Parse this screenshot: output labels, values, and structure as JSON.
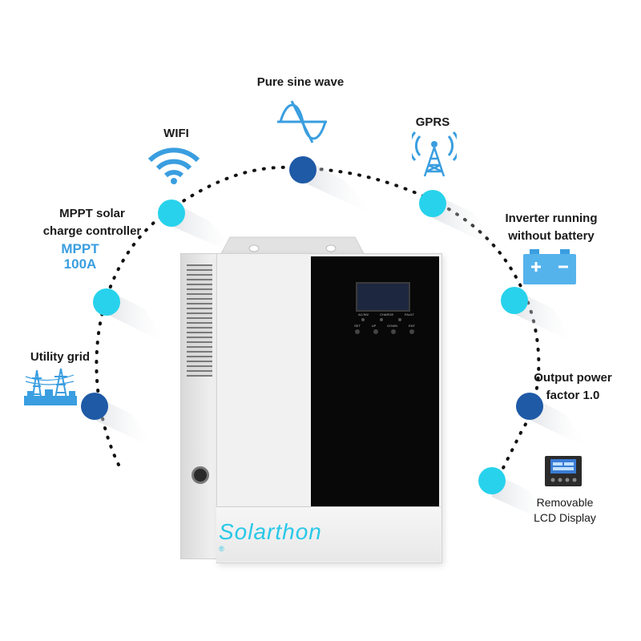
{
  "features": {
    "pure_sine_wave": "Pure sine wave",
    "wifi": "WIFI",
    "gprs": "GPRS",
    "mppt_line1": "MPPT solar",
    "mppt_line2": "charge controller",
    "mppt_rating_line1": "MPPT",
    "mppt_rating_line2": "100A",
    "battery_line1": "Inverter running",
    "battery_line2": "without battery",
    "utility_grid": "Utility grid",
    "power_factor_line1": "Output power",
    "power_factor_line2": "factor 1.0",
    "lcd_line1": "Removable",
    "lcd_line2": "LCD Display"
  },
  "device": {
    "brand": "Solarthon",
    "registered_mark": "®",
    "panel_labels": [
      "AC/INV",
      "CHARGE",
      "FAULT"
    ],
    "button_labels": [
      "SET",
      "UP",
      "DOWN",
      "ENT"
    ]
  },
  "colors": {
    "accent_cyan": "#28d2ec",
    "accent_blue": "#1f5aa6",
    "icon_blue": "#3a9ee0",
    "device_body": "#ececec",
    "device_panel": "#0a0a0a"
  },
  "icons": [
    "sine-wave-icon",
    "wifi-icon",
    "gprs-tower-icon",
    "battery-icon",
    "utility-grid-icon",
    "lcd-display-icon"
  ]
}
